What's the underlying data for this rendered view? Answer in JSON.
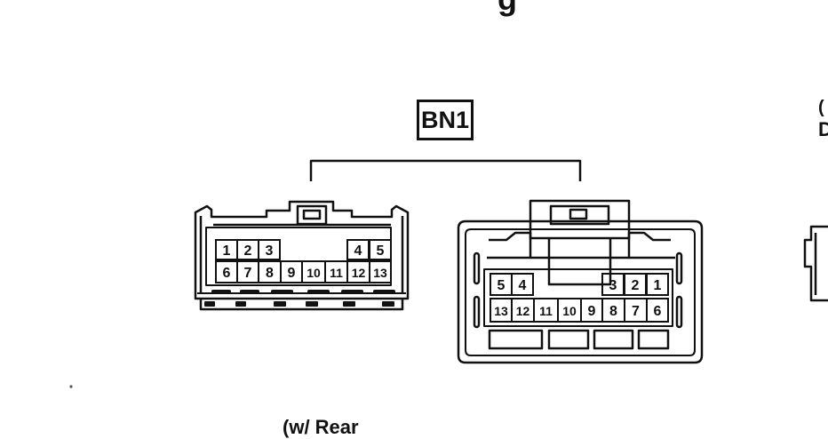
{
  "connector_label": "BN1",
  "top_fragment": "g",
  "right_fragment_1": "(",
  "right_fragment_2": "D",
  "bottom_fragment": "(w/ Rear",
  "left_connector": {
    "top_row": [
      "1",
      "2",
      "3",
      "4",
      "5"
    ],
    "bottom_row": [
      "6",
      "7",
      "8",
      "9",
      "10",
      "11",
      "12",
      "13"
    ]
  },
  "right_connector": {
    "top_row": [
      "5",
      "4",
      "3",
      "2",
      "1"
    ],
    "bottom_row": [
      "13",
      "12",
      "11",
      "10",
      "9",
      "8",
      "7",
      "6"
    ]
  },
  "colors": {
    "line": "#111111",
    "background": "#ffffff"
  }
}
